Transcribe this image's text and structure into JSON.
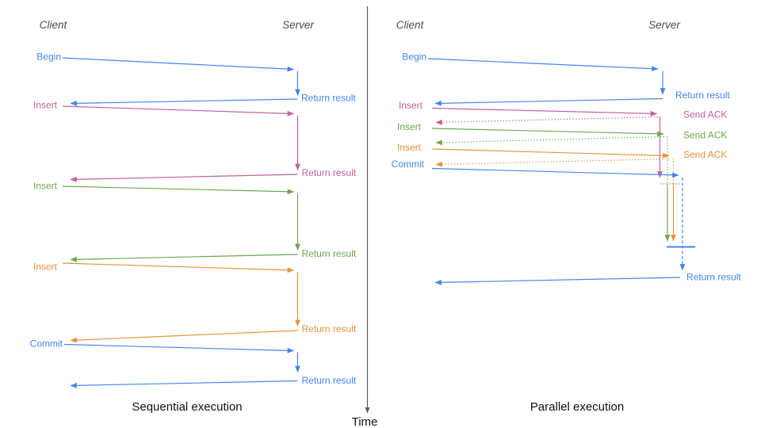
{
  "colors": {
    "blue": "#4285f4",
    "pink": "#c2609c",
    "green": "#6aa84f",
    "orange": "#e8923a",
    "axis": "#595959",
    "header_text": "#4d4d4d",
    "caption_text": "#111111"
  },
  "time_axis": {
    "label": "Time"
  },
  "left_panel": {
    "title": "Sequential execution",
    "client_header": "Client",
    "server_header": "Server",
    "calls": [
      {
        "request": "Begin",
        "color": "blue",
        "response": "Return result"
      },
      {
        "request": "Insert",
        "color": "pink",
        "response": "Return result"
      },
      {
        "request": "Insert",
        "color": "green",
        "response": "Return result"
      },
      {
        "request": "Insert",
        "color": "orange",
        "response": "Return result"
      },
      {
        "request": "Commit",
        "color": "blue",
        "response": "Return result"
      }
    ]
  },
  "right_panel": {
    "title": "Parallel execution",
    "client_header": "Client",
    "server_header": "Server",
    "calls": [
      {
        "request": "Begin",
        "color": "blue",
        "response": "Return result"
      },
      {
        "request": "Insert",
        "color": "pink",
        "response": "Send ACK"
      },
      {
        "request": "Insert",
        "color": "green",
        "response": "Send ACK"
      },
      {
        "request": "Insert",
        "color": "orange",
        "response": "Send ACK"
      },
      {
        "request": "Commit",
        "color": "blue",
        "response": "Return result"
      }
    ]
  }
}
